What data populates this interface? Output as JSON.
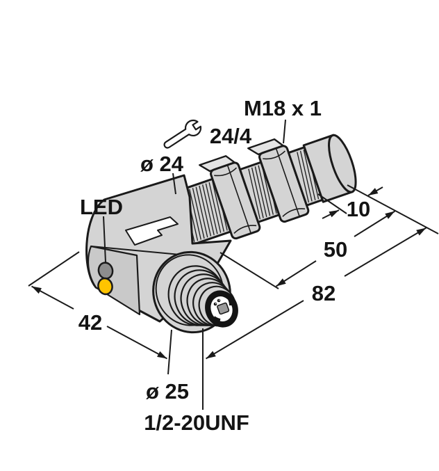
{
  "drawing": {
    "labels": {
      "thread_spec": "M18 x 1",
      "wrench_size": "24/4",
      "body_diameter": "ø 24",
      "led": "LED",
      "flange_diameter": "ø 25",
      "connector_thread": "1/2-20UNF"
    },
    "dimensions_mm": {
      "tip_length": "10",
      "barrel_length": "50",
      "overall_length": "82",
      "body_length": "42"
    },
    "icons": {
      "wrench": "open-end-wrench"
    },
    "colors": {
      "background": "#ffffff",
      "body_gray": "#d4d4d4",
      "outline": "#1a1a1a",
      "led_gray": "#8d8d8d",
      "led_yellow": "#ffc400",
      "nut_flat": "#e4e4e4",
      "connector_face_dark": "#141414",
      "keyway_gray": "#9a9a9a"
    }
  }
}
